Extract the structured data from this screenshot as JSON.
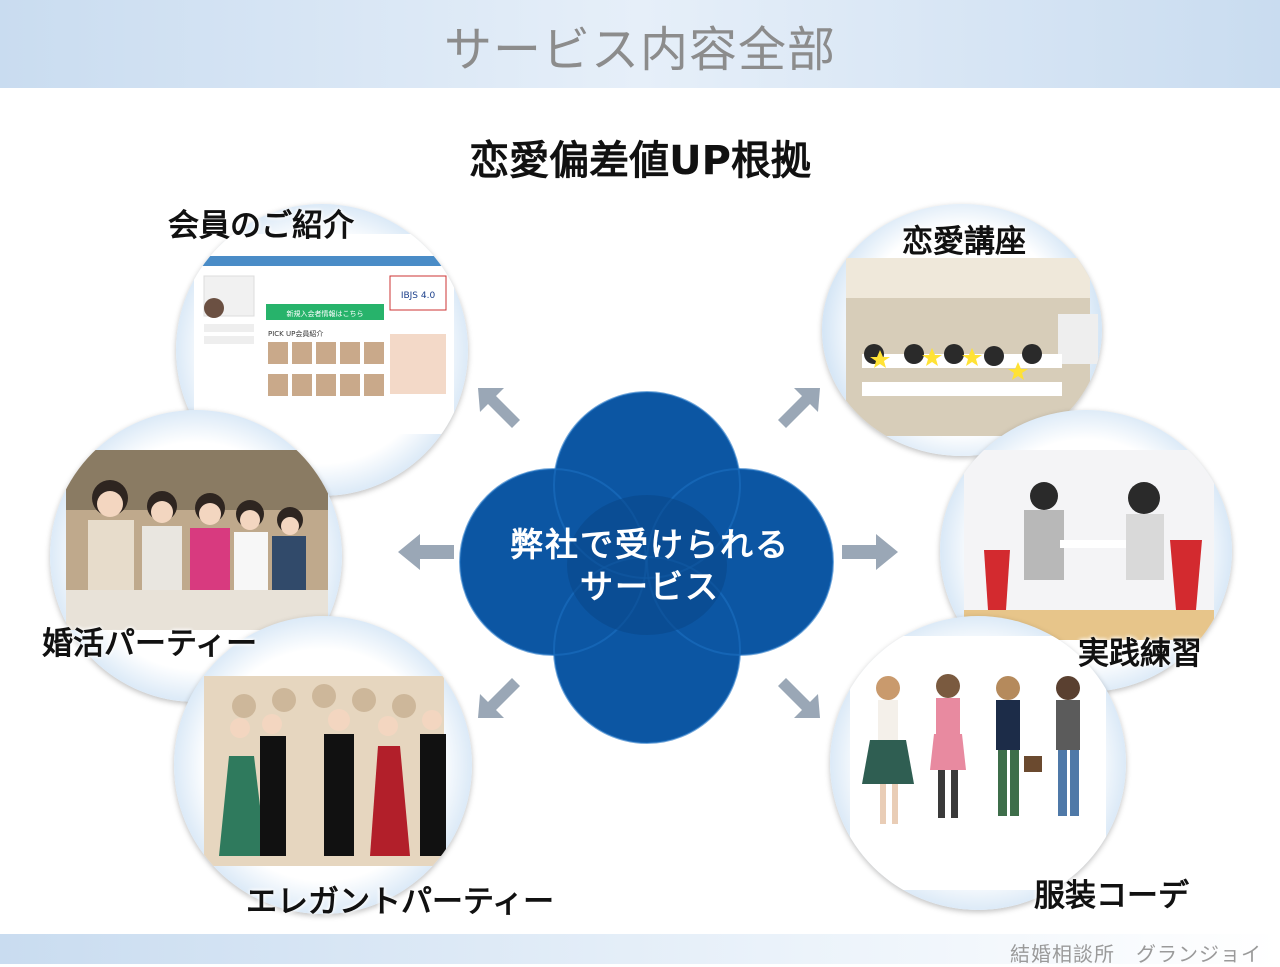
{
  "header": {
    "title": "サービス内容全部"
  },
  "main_title": "恋愛偏差値UP根拠",
  "center": {
    "line1": "弊社で受けられる",
    "line2": "サービス"
  },
  "services": {
    "member_intro": "会員のご紹介",
    "konkatsu_party": "婚活パーティー",
    "elegant_party": "エレガントパーティー",
    "love_course": "恋愛講座",
    "practice": "実践練習",
    "fashion": "服装コーデ"
  },
  "screenshot_mock": {
    "ibjs": "IBJS 4.0",
    "pick_up": "PICK UP会員紹介",
    "new_member_button": "新規入会者情報はこちら"
  },
  "footer": {
    "text": "結婚相談所　グランジョイ"
  },
  "colors": {
    "blue_dark": "#0a4f9a",
    "blue_mid": "#1f6ab8",
    "arrow": "#9aa7b6",
    "header": "#c9dcf0"
  }
}
